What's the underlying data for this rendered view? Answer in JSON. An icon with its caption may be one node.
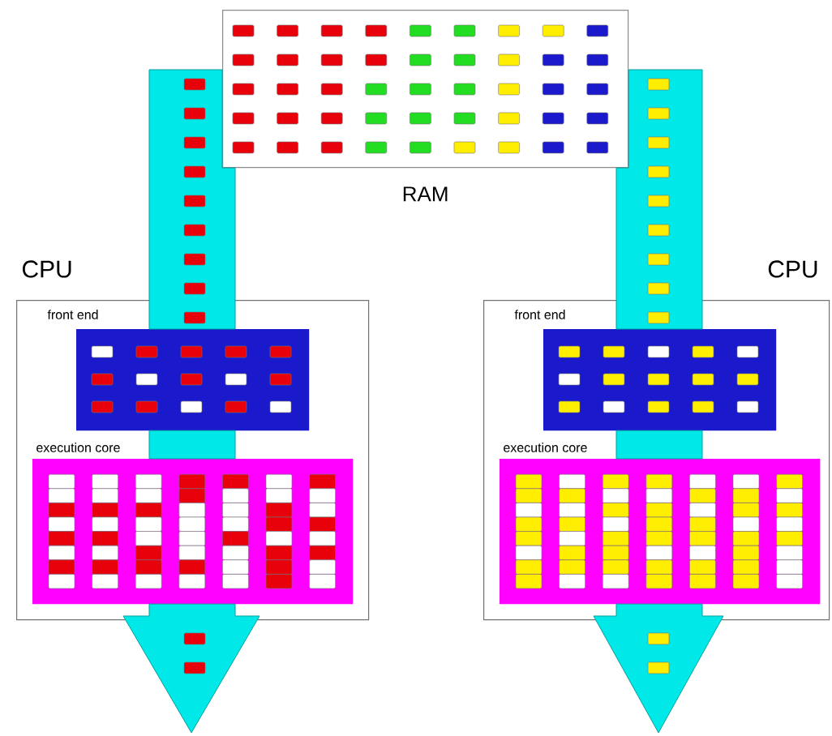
{
  "diagram": {
    "nodes": [
      {
        "text": [
          "RAM"
        ]
      },
      {
        "text": [
          "CPU"
        ]
      },
      {
        "text": [
          "front end"
        ],
        "in": 1
      },
      {
        "text": [
          "execution core"
        ],
        "in": 1
      },
      {
        "text": [
          "CPU"
        ]
      },
      {
        "text": [
          "front end"
        ],
        "in": 4
      },
      {
        "text": [
          "execution core"
        ],
        "in": 4
      }
    ],
    "edges": [
      {
        "from": 0,
        "to": 2,
        "arrow": "none"
      },
      {
        "from": 2,
        "to": 3,
        "arrow": "none"
      },
      {
        "from": 3,
        "to": null,
        "arrow": "to"
      },
      {
        "from": 0,
        "to": 5,
        "arrow": "none"
      },
      {
        "from": 5,
        "to": 6,
        "arrow": "none"
      },
      {
        "from": 6,
        "to": null,
        "arrow": "to"
      }
    ]
  }
}
